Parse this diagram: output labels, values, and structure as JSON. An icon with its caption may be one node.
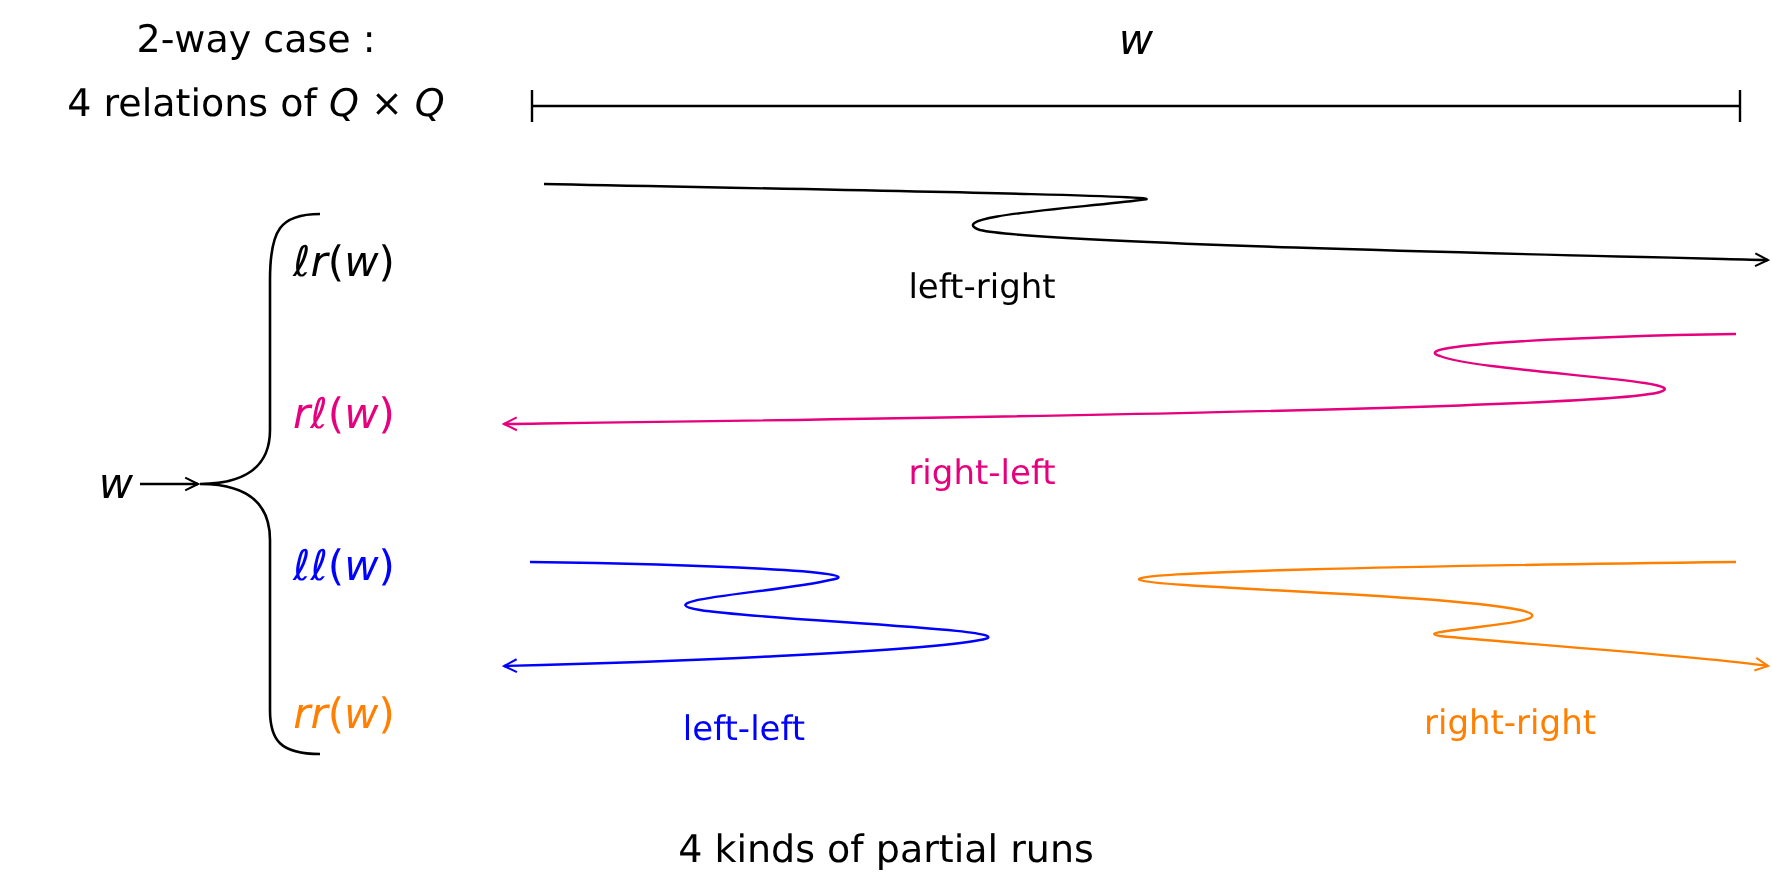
{
  "diagram": {
    "title": "2-way case :",
    "caption": "4 kinds of partial runs",
    "nodes": [
      {
        "text": [
          "w"
        ]
      },
      {
        "text": [],
        "shape": "brace"
      }
    ],
    "edges": [
      {
        "from": 0,
        "to": 1,
        "arrow": "to"
      }
    ],
    "labels": [
      "4 relations of *Q* × *Q*",
      "w",
      "*ℓr*(*w*)",
      "left-right",
      "*rℓ*(*w*)",
      "right-left",
      "*ℓℓ*(*w*)",
      "*rr*(*w*)",
      "left-left",
      "right-right"
    ]
  }
}
